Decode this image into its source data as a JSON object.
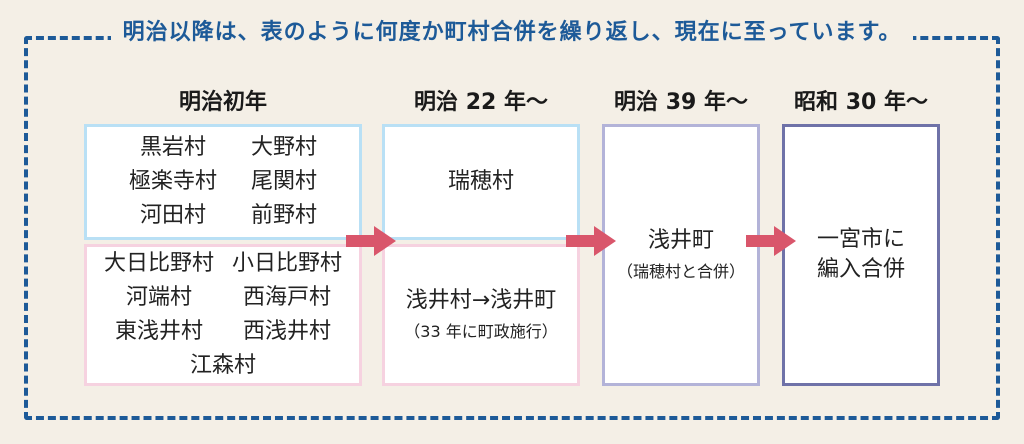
{
  "title": "明治以降は、表のように何度か町村合併を繰り返し、現在に至っています。",
  "periods": [
    "明治初年",
    "明治 22 年〜",
    "明治 39 年〜",
    "昭和 30 年〜"
  ],
  "meiji_early": {
    "group1": [
      "黒岩村",
      "大野村",
      "極楽寺村",
      "尾関村",
      "河田村",
      "前野村"
    ],
    "group2": [
      "大日比野村",
      "小日比野村",
      "河端村",
      "西海戸村",
      "東浅井村",
      "西浅井村"
    ],
    "group2_last": "江森村"
  },
  "meiji22": {
    "upper": "瑞穂村",
    "lower": "浅井村→浅井町",
    "lower_note": "（33 年に町政施行）"
  },
  "meiji39": {
    "name": "浅井町",
    "note": "（瑞穂村と合併）"
  },
  "showa30": {
    "line1": "一宮市に",
    "line2": "編入合併"
  },
  "colors": {
    "frame": "#1d5a98",
    "arrow": "#d9566b",
    "light_blue": "#b9e0f5",
    "pink": "#f6d2e0",
    "lavender": "#b3b3d8",
    "indigo": "#6f72a8"
  }
}
